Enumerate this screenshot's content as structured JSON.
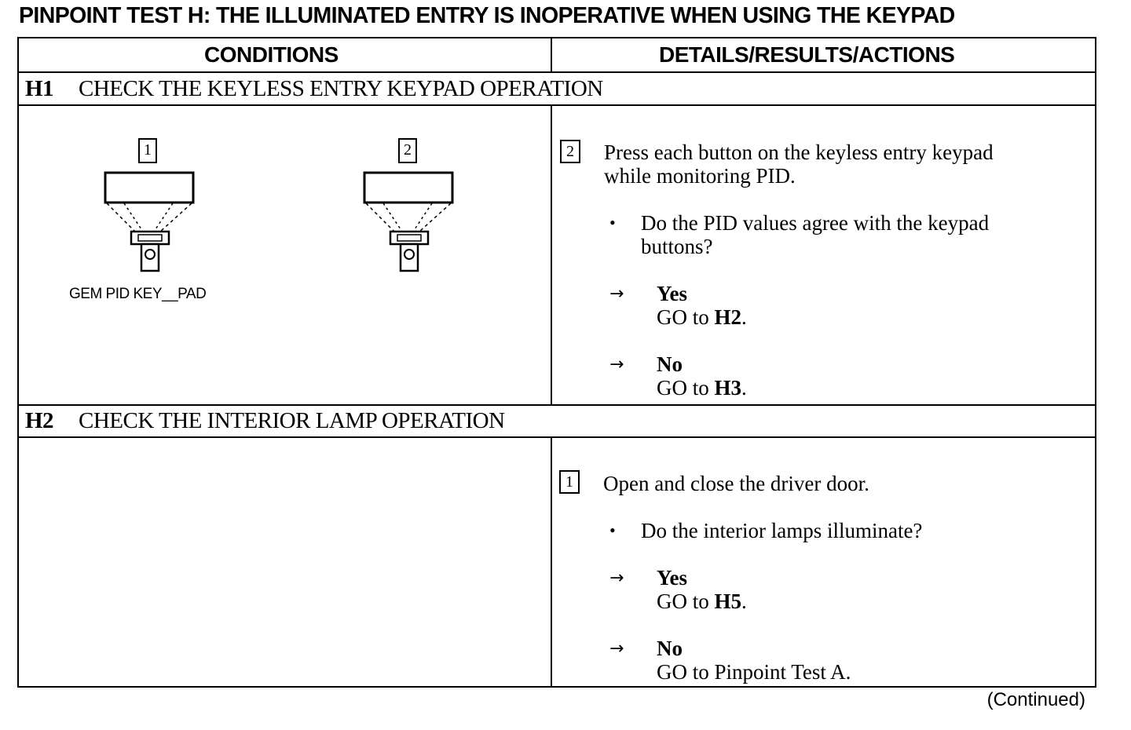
{
  "title": "PINPOINT TEST H:  THE ILLUMINATED ENTRY IS INOPERATIVE WHEN USING THE KEYPAD",
  "columns": {
    "conditions": "CONDITIONS",
    "details": "DETAILS/RESULTS/ACTIONS"
  },
  "h1": {
    "num": "H1",
    "heading": "CHECK THE KEYLESS ENTRY KEYPAD OPERATION",
    "figure": {
      "box1": "1",
      "box2": "2",
      "label": "GEM PID KEY__PAD"
    },
    "step_num": "2",
    "step_text_1": "Press each button on the keyless entry keypad",
    "step_text_2": "while monitoring PID.",
    "question_1": "Do the PID values agree with the keypad",
    "question_2": "buttons?",
    "yes_label": "Yes",
    "yes_action_prefix": "GO to ",
    "yes_action_target": "H2",
    "yes_action_suffix": ".",
    "no_label": "No",
    "no_action_prefix": "GO to ",
    "no_action_target": "H3",
    "no_action_suffix": "."
  },
  "h2": {
    "num": "H2",
    "heading": "CHECK THE INTERIOR LAMP OPERATION",
    "step_num": "1",
    "step_text": "Open and close the driver door.",
    "question": "Do the interior lamps illuminate?",
    "yes_label": "Yes",
    "yes_action_prefix": "GO to ",
    "yes_action_target": "H5",
    "yes_action_suffix": ".",
    "no_label": "No",
    "no_action": "GO to Pinpoint Test A."
  },
  "footer": {
    "continued": "(Continued)"
  },
  "glyphs": {
    "bullet": "•",
    "arrow": "→"
  }
}
